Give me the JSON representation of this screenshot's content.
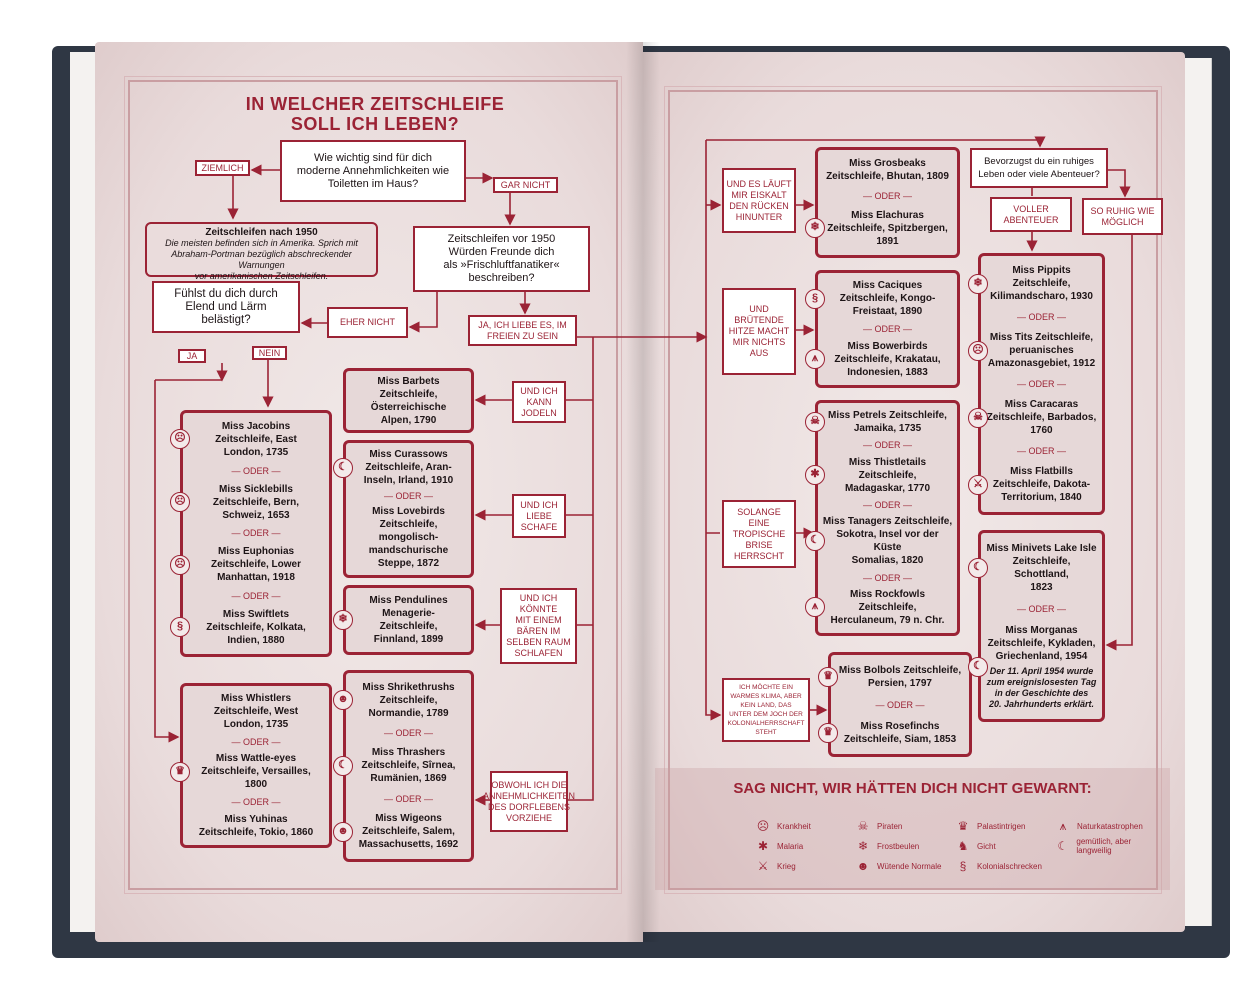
{
  "title": {
    "line1": "IN WELCHER ZEITSCHLEIFE",
    "line2": "SOLL ICH LEBEN?"
  },
  "oder": "— ODER —",
  "questions": {
    "q1": "Wie wichtig sind für dich\nmoderne Annehmlichkeiten wie\nToiletten im Haus?",
    "q2": "Zeitschleifen vor 1950\nWürden Freunde dich\nals »Frischluftfanatiker«\nbeschreiben?",
    "q3": "Fühlst du dich durch\nElend und Lärm\nbelästigt?",
    "q4": "Bevorzugst du ein ruhiges\nLeben oder viele Abenteuer?"
  },
  "after1950": {
    "title": "Zeitschleifen nach 1950",
    "text": "Die meisten befinden sich in Amerika. Sprich mit\nAbraham-Portman bezüglich abschreckender Warnungen\nvor amerikanischen Zeitschleifen."
  },
  "tags": {
    "ziemlich": "Ziemlich",
    "gar_nicht": "Gar nicht",
    "eher_nicht": "Eher nicht",
    "ja_liebe": "Ja, ich liebe es, im\nFreien zu sein",
    "ja": "Ja",
    "nein": "Nein",
    "jodeln": "Und ich\nkann\njodeln",
    "schafe": "Und ich\nliebe\nSchafe",
    "baeren": "Und ich\nkönnte\nmit einem\nBären im\nselben Raum\nschlafen",
    "dorf": "Obwohl ich die\nAnnehmlichkeiten\ndes Dorflebens\nvorziehe",
    "eiskalt": "Und es läuft\nmir eiskalt\nden Rücken\nhinunter",
    "hitze": "Und\nbrütende\nHitze macht\nmir nichts\naus",
    "brise": "Solange\neine\ntropische\nBrise\nherrscht",
    "warm": "Ich möchte ein\nwarmes Klima, aber\nkein Land, das\nunter dem Joch der\nKolonialherrschaft\nsteht",
    "abenteuer": "Voller\nAbenteuer",
    "ruhig": "So ruhig wie\nmöglich"
  },
  "boxes": [
    {
      "entries": [
        {
          "text": "Miss Jacobins\nZeitschleife, East\nLondon, 1735",
          "icons": [
            "krankheit"
          ]
        },
        {
          "text": "Miss Sicklebills\nZeitschleife, Bern,\nSchweiz, 1653",
          "icons": [
            "krankheit"
          ]
        },
        {
          "text": "Miss Euphonias\nZeitschleife, Lower\nManhattan, 1918",
          "icons": [
            "krankheit"
          ]
        },
        {
          "text": "Miss Swiftlets\nZeitschleife, Kolkata,\nIndien, 1880",
          "icons": [
            "kolonialschrecken"
          ]
        }
      ]
    },
    {
      "entries": [
        {
          "text": "Miss Barbets\nZeitschleife,\nÖsterreichische\nAlpen, 1790",
          "icons": []
        }
      ]
    },
    {
      "entries": [
        {
          "text": "Miss Curassows\nZeitschleife, Aran-\nInseln, Irland, 1910",
          "icons": [
            "gemuetlich"
          ]
        },
        {
          "text": "Miss Lovebirds\nZeitschleife,\nmongolisch-\nmandschurische\nSteppe, 1872",
          "icons": []
        }
      ]
    },
    {
      "entries": [
        {
          "text": "Miss Pendulines\nMenagerie-\nZeitschleife,\nFinnland, 1899",
          "icons": [
            "frostbeulen"
          ]
        }
      ]
    },
    {
      "entries": [
        {
          "text": "Miss Whistlers\nZeitschleife, West\nLondon, 1735",
          "icons": []
        },
        {
          "text": "Miss Wattle-eyes\nZeitschleife, Versailles,\n1800",
          "icons": [
            "palastintrigen"
          ]
        },
        {
          "text": "Miss Yuhinas\nZeitschleife, Tokio, 1860",
          "icons": []
        }
      ]
    },
    {
      "entries": [
        {
          "text": "Miss Shrikethrushs\nZeitschleife,\nNormandie, 1789",
          "icons": [
            "wuetende-normale"
          ]
        },
        {
          "text": "Miss Thrashers\nZeitschleife, Sîrnea,\nRumänien, 1869",
          "icons": [
            "gemuetlich"
          ]
        },
        {
          "text": "Miss Wigeons\nZeitschleife, Salem,\nMassachusetts, 1692",
          "icons": [
            "wuetende-normale"
          ]
        }
      ]
    },
    {
      "entries": [
        {
          "text": "Miss Grosbeaks\nZeitschleife, Bhutan, 1809",
          "icons": []
        },
        {
          "text": "Miss Elachuras\nZeitschleife, Spitzbergen,\n1891",
          "icons": [
            "frostbeulen"
          ]
        }
      ]
    },
    {
      "entries": [
        {
          "text": "Miss Caciques\nZeitschleife, Kongo-\nFreistaat, 1890",
          "icons": [
            "kolonialschrecken"
          ]
        },
        {
          "text": "Miss Bowerbirds\nZeitschleife, Krakatau,\nIndonesien, 1883",
          "icons": [
            "naturkatastrophen"
          ]
        }
      ]
    },
    {
      "entries": [
        {
          "text": "Miss Petrels Zeitschleife,\nJamaika, 1735",
          "icons": [
            "piraten"
          ]
        },
        {
          "text": "Miss Thistletails Zeitschleife,\nMadagaskar, 1770",
          "icons": [
            "malaria"
          ]
        },
        {
          "text": "Miss Tanagers Zeitschleife,\nSokotra, Insel vor der Küste\nSomalias, 1820",
          "icons": [
            "gemuetlich"
          ]
        },
        {
          "text": "Miss Rockfowls Zeitschleife,\nHerculaneum, 79 n. Chr.",
          "icons": [
            "naturkatastrophen"
          ]
        }
      ]
    },
    {
      "entries": [
        {
          "text": "Miss Bolbols Zeitschleife,\nPersien, 1797",
          "icons": [
            "palastintrigen"
          ]
        },
        {
          "text": "Miss Rosefinchs\nZeitschleife, Siam, 1853",
          "icons": [
            "palastintrigen"
          ]
        }
      ]
    },
    {
      "entries": [
        {
          "text": "Miss Pippits\nZeitschleife,\nKilimandscharo, 1930",
          "icons": [
            "frostbeulen"
          ]
        },
        {
          "text": "Miss Tits Zeitschleife,\nperuanisches\nAmazonasgebiet, 1912",
          "icons": [
            "krankheit"
          ]
        },
        {
          "text": "Miss Caracaras\nZeitschleife, Barbados,\n1760",
          "icons": [
            "piraten"
          ]
        },
        {
          "text": "Miss Flatbills\nZeitschleife, Dakota-\nTerritorium, 1840",
          "icons": [
            "krieg"
          ]
        }
      ]
    },
    {
      "entries": [
        {
          "text": "Miss Minivets Lake Isle\nZeitschleife, Schottland,\n1823",
          "icons": [
            "gemuetlich"
          ]
        },
        {
          "text": "Miss Morganas\nZeitschleife, Kykladen,\nGriechenland, 1954",
          "icons": [
            "gemuetlich"
          ],
          "note": "Der 11. April 1954 wurde\nzum ereignislosesten Tag\nin der Geschichte des\n20. Jahrhunderts erklärt."
        }
      ]
    }
  ],
  "legend": {
    "heading": "SAG NICHT, WIR HÄTTEN DICH NICHT GEWARNT:",
    "items": [
      {
        "icon": "krankheit",
        "label": "Krankheit"
      },
      {
        "icon": "malaria",
        "label": "Malaria"
      },
      {
        "icon": "krieg",
        "label": "Krieg"
      },
      {
        "icon": "piraten",
        "label": "Piraten"
      },
      {
        "icon": "frostbeulen",
        "label": "Frostbeulen"
      },
      {
        "icon": "wuetende-normale",
        "label": "Wütende Normale"
      },
      {
        "icon": "palastintrigen",
        "label": "Palastintrigen"
      },
      {
        "icon": "gicht",
        "label": "Gicht"
      },
      {
        "icon": "kolonialschrecken",
        "label": "Kolonialschrecken"
      },
      {
        "icon": "naturkatastrophen",
        "label": "Naturkatastrophen"
      },
      {
        "icon": "gemuetlich",
        "label": "gemütlich, aber langweilig"
      }
    ]
  },
  "colors": {
    "accent": "#9b2335",
    "page": "#ecdfdf",
    "cover": "#2f3744"
  }
}
